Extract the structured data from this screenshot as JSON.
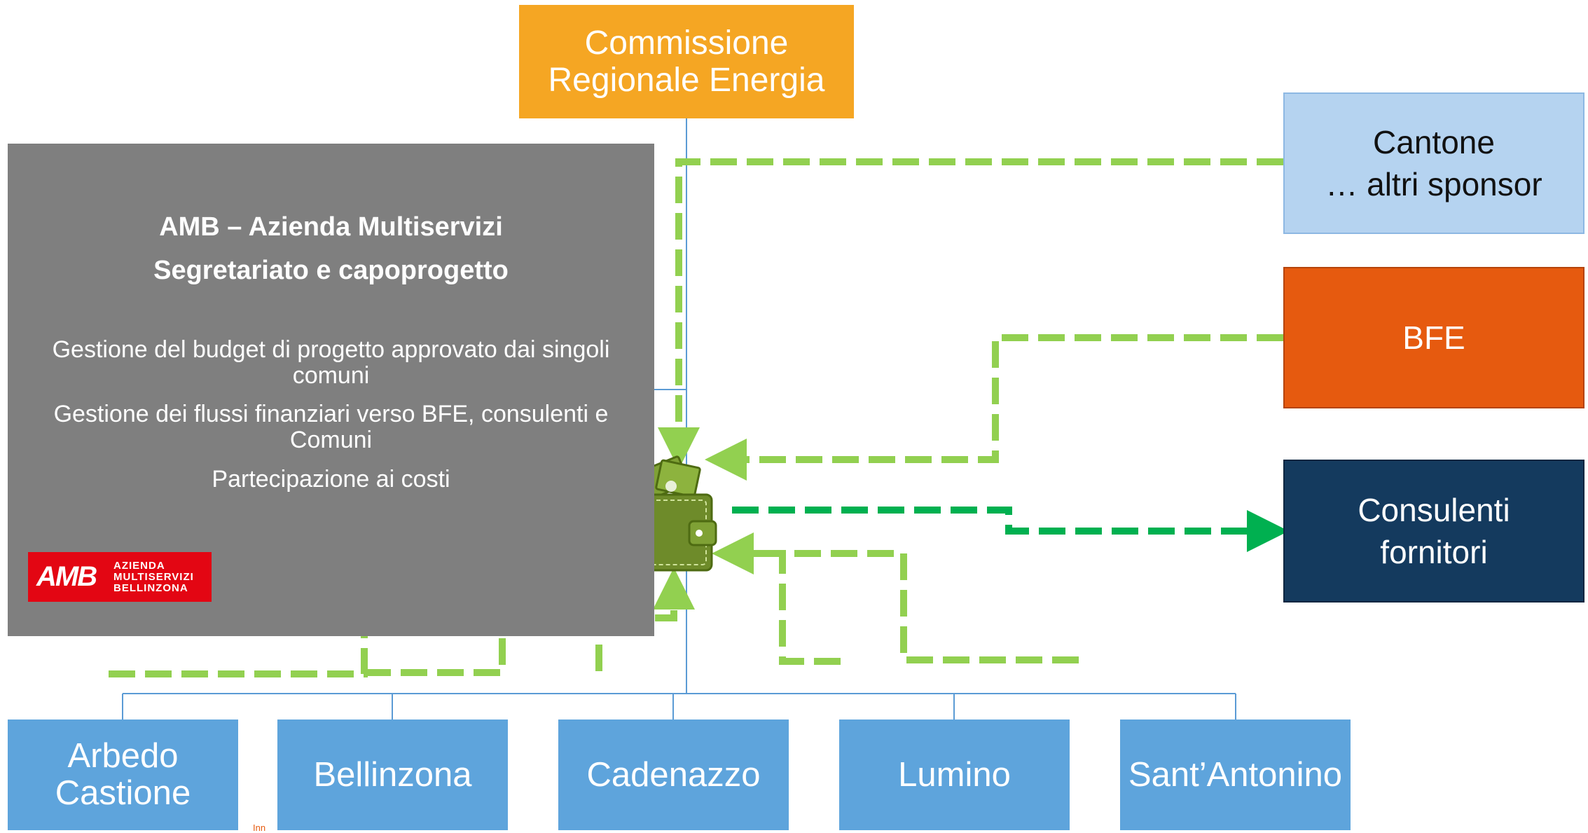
{
  "top_box": {
    "line1": "Commissione",
    "line2": "Regionale Energia"
  },
  "right_boxes": {
    "cantone": {
      "line1": "Cantone",
      "line2": "… altri sponsor"
    },
    "bfe": {
      "label": "BFE"
    },
    "consulenti": {
      "line1": "Consulenti",
      "line2": "fornitori"
    }
  },
  "amb": {
    "title_line1": "AMB – Azienda Multiservizi",
    "title_line2": "Segretariato e capoprogetto",
    "items": [
      {
        "line1": "Gestione del budget di progetto approvato dai singoli",
        "line2": "comuni"
      },
      {
        "line1": "Gestione dei flussi finanziari verso BFE, consulenti e",
        "line2": "Comuni"
      },
      {
        "line1": "Partecipazione ai costi",
        "line2": ""
      }
    ],
    "logo": {
      "mark": "AMB",
      "line1": "AZIENDA",
      "line2": "MULTISERVIZI",
      "line3": "BELLINZONA"
    }
  },
  "comuni": [
    {
      "line1": "Arbedo",
      "line2": "Castione"
    },
    {
      "line1": "Bellinzona",
      "line2": ""
    },
    {
      "line1": "Cadenazzo",
      "line2": ""
    },
    {
      "line1": "Lumino",
      "line2": ""
    },
    {
      "line1": "Sant’Antonino",
      "line2": ""
    }
  ],
  "footer_fragment": "Inn",
  "icons": {
    "wallet": "wallet-with-money-icon"
  },
  "colors": {
    "orange_box": "#F5A623",
    "light_blue_box": "#B5D3F0",
    "bfe_orange": "#E65A0F",
    "dark_navy": "#143A5E",
    "comune_blue": "#5EA4DC",
    "amb_gray": "#7F7F7F",
    "flow_green_light": "#92D050",
    "flow_green_dark": "#00B050",
    "tree_line": "#5B9BD5",
    "wallet_green": "#6E8B2A"
  }
}
